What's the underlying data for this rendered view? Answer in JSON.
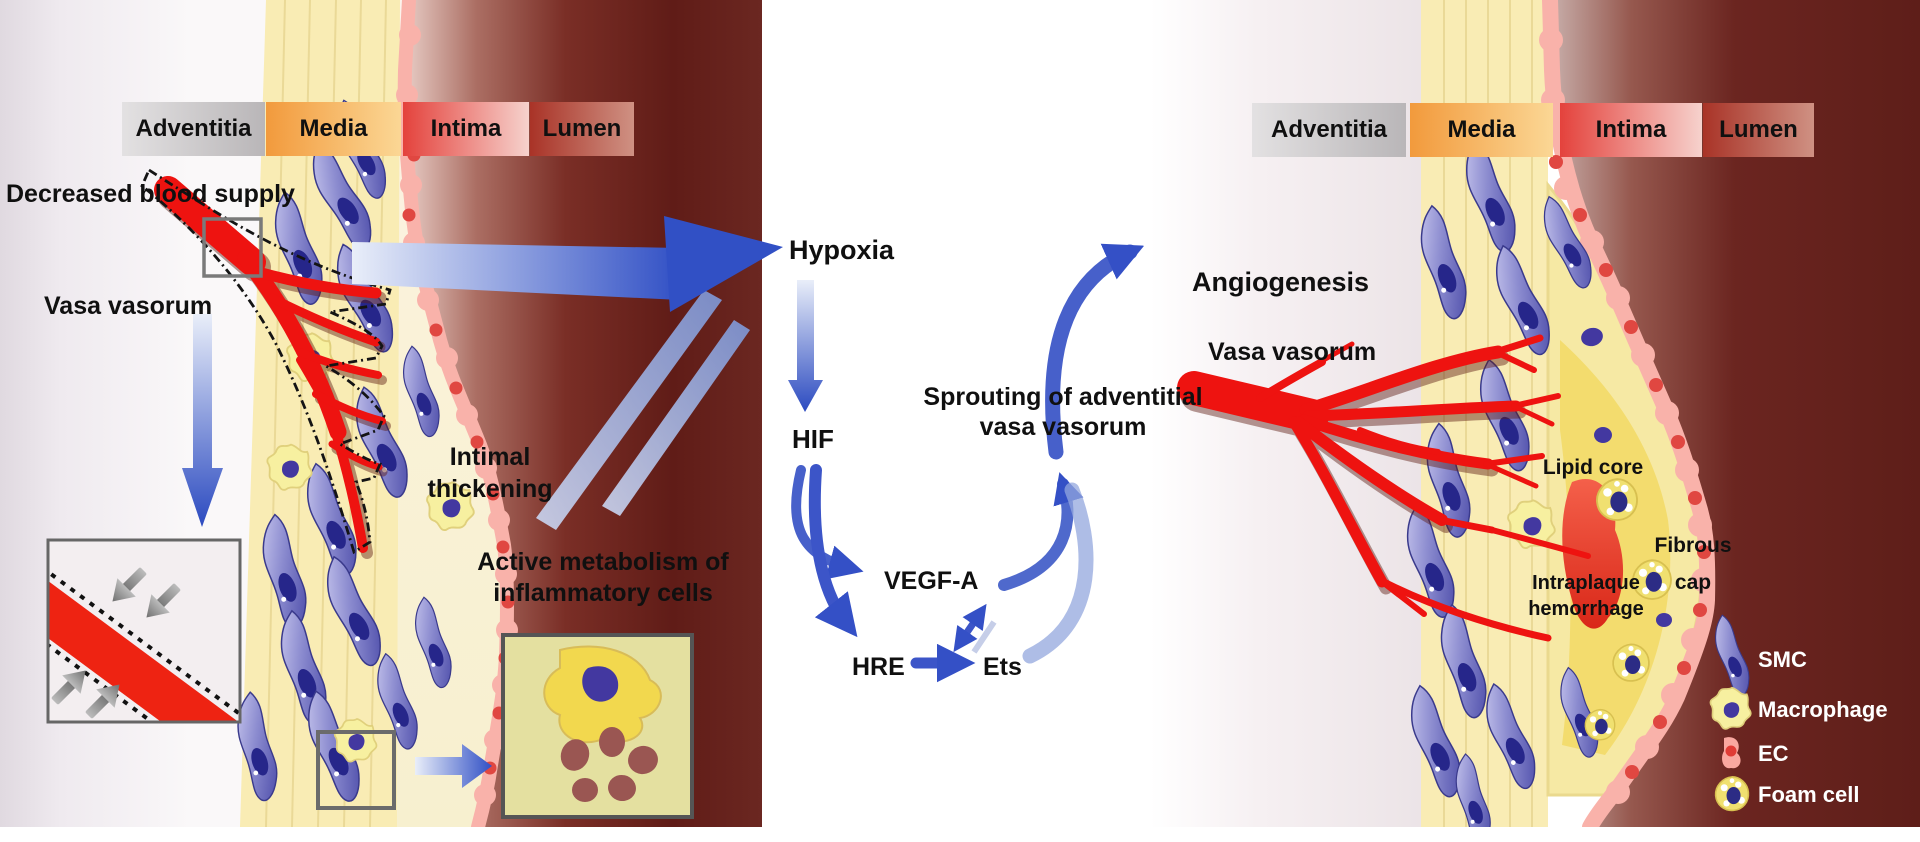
{
  "figure_title": "Vasa vasorum hypoxia and adventitial angiogenesis in atherosclerosis",
  "left_panel": {
    "wall_layers": [
      {
        "label": "Adventitia"
      },
      {
        "label": "Media"
      },
      {
        "label": "Intima"
      },
      {
        "label": "Lumen"
      }
    ],
    "labels": {
      "decreased_blood_supply": "Decreased blood supply",
      "vasa_vasorum": "Vasa vasorum",
      "intimal_thickening": {
        "line1": "Intimal",
        "line2": "thickening"
      },
      "active_metabolism": {
        "line1": "Active metabolism of",
        "line2": "inflammatory cells"
      }
    }
  },
  "pathway": {
    "hypoxia": "Hypoxia",
    "hif": "HIF",
    "vegf_a": "VEGF-A",
    "hre": "HRE",
    "ets": "Ets",
    "sprouting": {
      "line1": "Sprouting of adventitial",
      "line2": "vasa vasorum"
    },
    "angiogenesis": "Angiogenesis"
  },
  "right_panel": {
    "wall_layers": [
      {
        "label": "Adventitia"
      },
      {
        "label": "Media"
      },
      {
        "label": "Intima"
      },
      {
        "label": "Lumen"
      }
    ],
    "labels": {
      "vasa_vasorum": "Vasa vasorum",
      "lipid_core": "Lipid core",
      "fibrous_cap": {
        "line1": "Fibrous",
        "line2": "cap"
      },
      "intraplaque_hemorrhage": {
        "line1": "Intraplaque",
        "line2": "hemorrhage"
      }
    },
    "legend": [
      {
        "name": "SMC"
      },
      {
        "name": "Macrophage"
      },
      {
        "name": "EC"
      },
      {
        "name": "Foam cell"
      }
    ]
  },
  "colors": {
    "arrow_blue": "#3450c6",
    "vessel_red": "#ee1310",
    "media_yellow": "#f9ecb4",
    "plaque_yellow": "#f6e9a4",
    "lumen_dark_red": "#64201c",
    "ec_pink": "#f9b2aa",
    "smc_purple": "#6a6ab8",
    "macrophage_yellow": "#f7f0a2"
  }
}
